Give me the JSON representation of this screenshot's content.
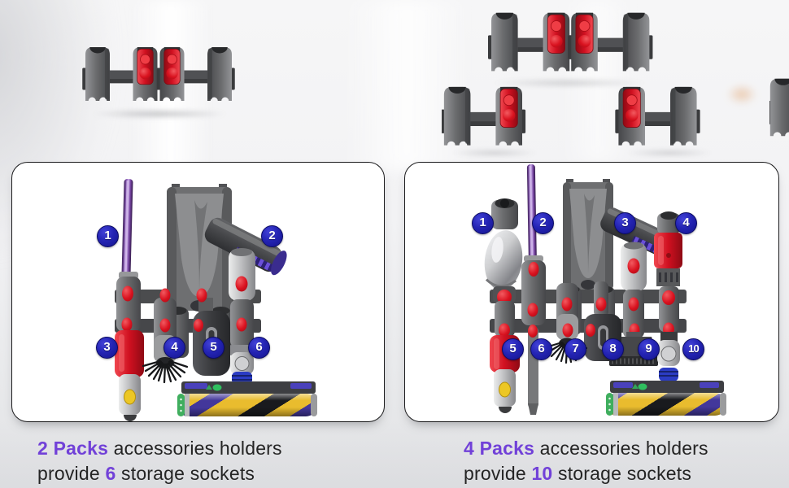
{
  "left_panel": {
    "badges": [
      "1",
      "2",
      "3",
      "4",
      "5",
      "6"
    ],
    "caption": {
      "highlight1": "2 Packs",
      "text1": " accessories holders",
      "text2a": "provide ",
      "highlight2": "6",
      "text2b": " storage sockets"
    }
  },
  "right_panel": {
    "badges": [
      "1",
      "2",
      "3",
      "4",
      "5",
      "6",
      "7",
      "8",
      "9",
      "10"
    ],
    "caption": {
      "highlight1": "4 Packs",
      "text1": " accessories holders",
      "text2a": "provide ",
      "highlight2": "10",
      "text2b": " storage sockets"
    }
  },
  "colors": {
    "accent_purple": "#7141d8",
    "badge_blue": "#2424b4",
    "dyson_red": "#d01020",
    "text": "#242424"
  }
}
